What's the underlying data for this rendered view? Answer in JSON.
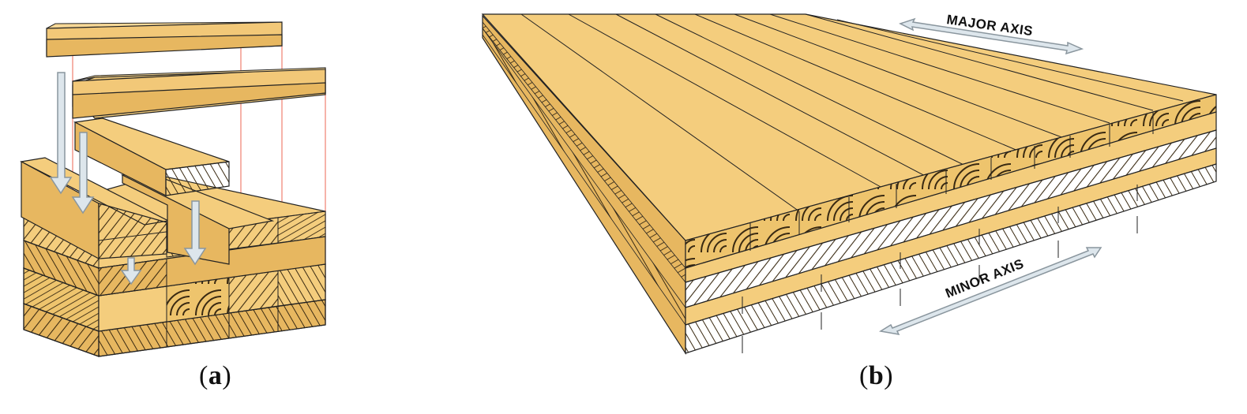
{
  "panels": [
    {
      "id": "a",
      "caption_letter": "a"
    },
    {
      "id": "b",
      "caption_letter": "b"
    }
  ],
  "labels": {
    "major_axis": "MAJOR AXIS",
    "minor_axis": "MINOR AXIS"
  },
  "colors": {
    "wood_top": "#f4cd7d",
    "wood_side": "#e7b760",
    "wood_end": "#eec46d",
    "grain": "#3a2a12",
    "guide_line": "#f08070",
    "arrow_fill": "#dde6ec",
    "arrow_stroke": "#8a969e"
  }
}
